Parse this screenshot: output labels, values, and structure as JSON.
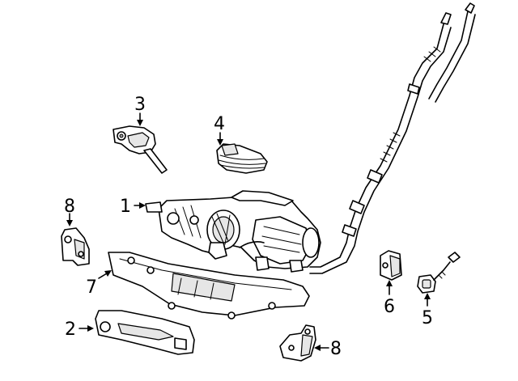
{
  "callouts": {
    "c1": "1",
    "c2": "2",
    "c3": "3",
    "c4": "4",
    "c5": "5",
    "c6": "6",
    "c7": "7",
    "c8_upper": "8",
    "c8_lower": "8"
  },
  "colors": {
    "line": "#000000",
    "background": "#ffffff"
  }
}
